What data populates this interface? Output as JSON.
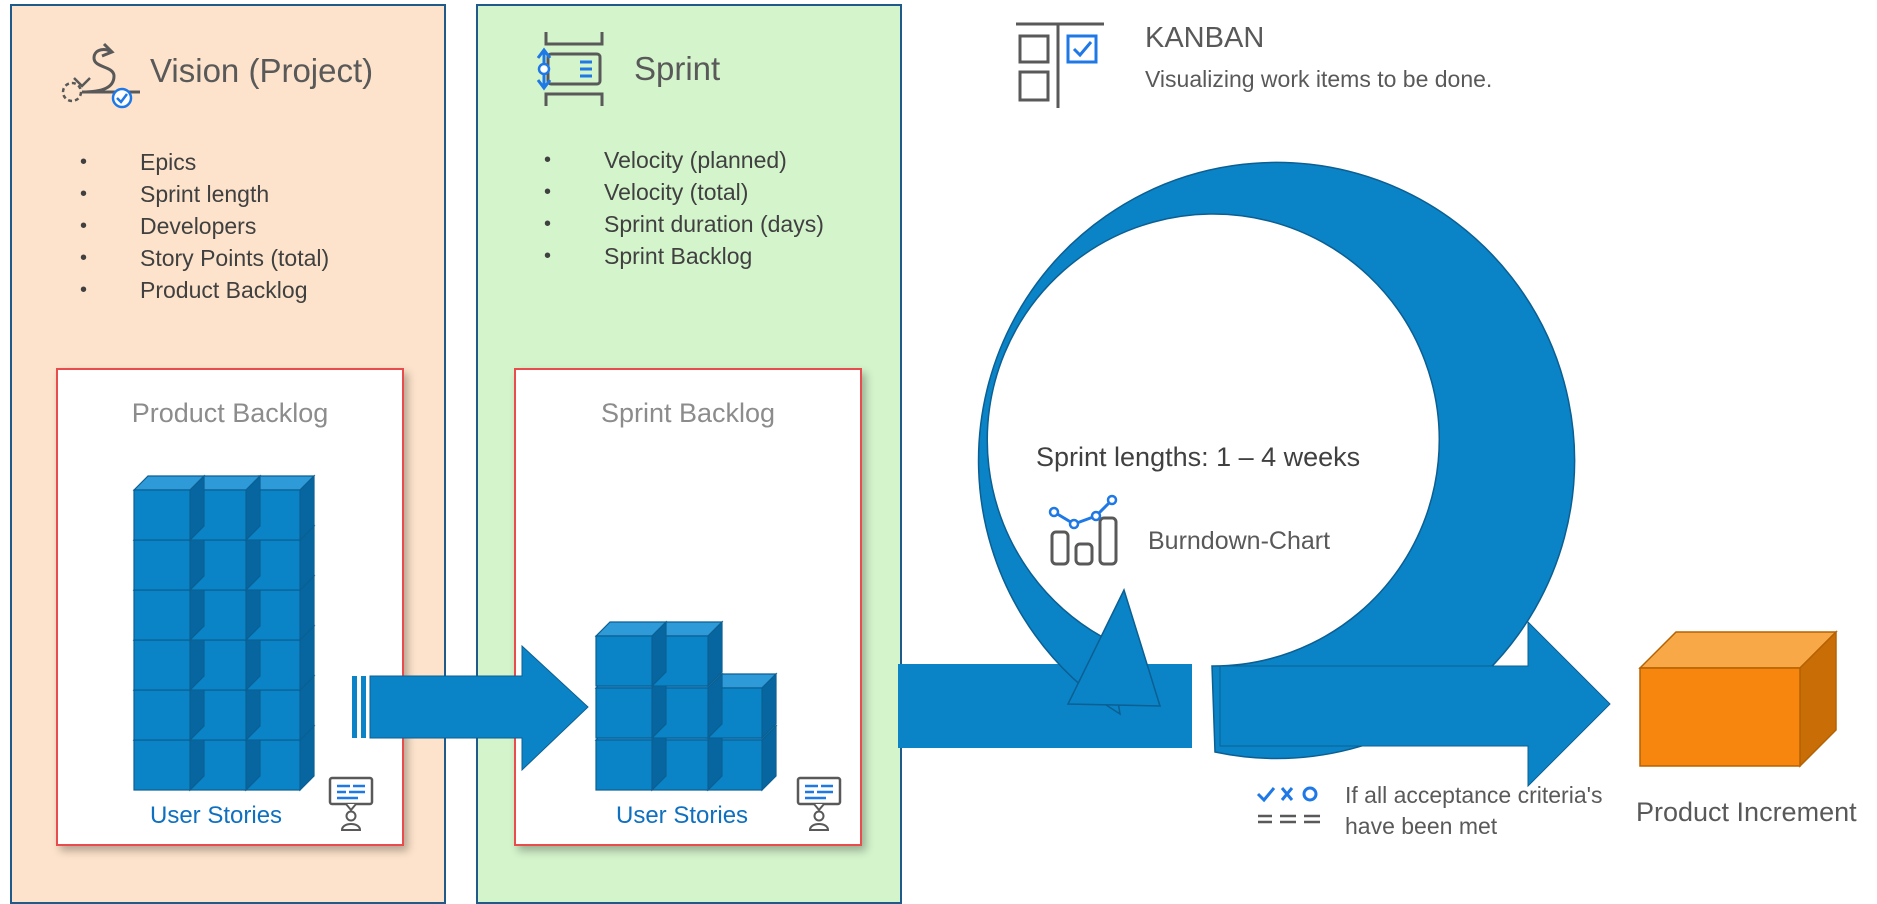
{
  "vision": {
    "title": "Vision (Project)",
    "items": [
      "Epics",
      "Sprint length",
      "Developers",
      "Story Points (total)",
      "Product Backlog"
    ],
    "backlog_title": "Product Backlog",
    "stories_label": "User Stories"
  },
  "sprint": {
    "title": "Sprint",
    "items": [
      "Velocity (planned)",
      "Velocity (total)",
      "Sprint duration (days)",
      "Sprint Backlog"
    ],
    "backlog_title": "Sprint Backlog",
    "stories_label": "User Stories"
  },
  "kanban": {
    "title": "KANBAN",
    "subtitle": "Visualizing work items to be done."
  },
  "cycle": {
    "lengths_text": "Sprint lengths: 1 – 4 weeks",
    "burndown_label": "Burndown-Chart"
  },
  "acceptance": {
    "line1": "If all acceptance criteria's",
    "line2": "have been met"
  },
  "product_increment": "Product Increment",
  "colors": {
    "vision_bg": "#fde3cb",
    "sprint_bg": "#d4f4cc",
    "panel_border": "#1f5a8a",
    "backlog_border": "#e84c4c",
    "cube_blue": "#0a84c6",
    "arrow_blue": "#0a84c6",
    "link_blue": "#0f70c0",
    "increment_orange": "#f7860e"
  },
  "icons": [
    "vision-icon",
    "sprint-icon",
    "kanban-icon",
    "burndown-chart-icon",
    "user-story-icon",
    "acceptance-criteria-icon"
  ]
}
